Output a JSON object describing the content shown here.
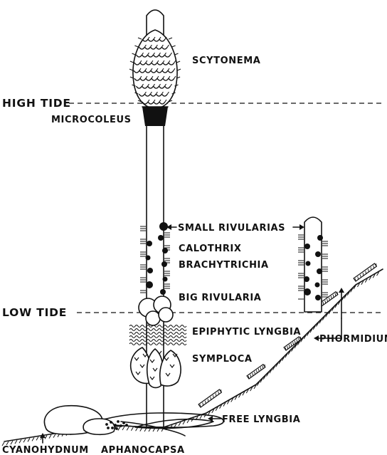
{
  "diagram": {
    "tide_lines": {
      "high": "HIGH TIDE",
      "low": "LOW TIDE"
    },
    "organisms": {
      "scytonema": "SCYTONEMA",
      "microcoleus": "MICROCOLEUS",
      "small_rivularias": "SMALL RIVULARIAS",
      "calothrix": "CALOTHRIX",
      "brachytrichia": "BRACHYTRICHIA",
      "big_rivularia": "BIG RIVULARIA",
      "phormidium": "PHORMIDIUM",
      "epiphytic_lyngbia": "EPIPHYTIC LYNGBIA",
      "symploca": "SYMPLOCA",
      "free_lyngbia": "FREE LYNGBIA",
      "cyanohydnum": "CYANOHYDNUM",
      "aphanocapsa": "APHANOCAPSA"
    },
    "colors": {
      "ink": "#111111",
      "paper": "#ffffff"
    }
  }
}
